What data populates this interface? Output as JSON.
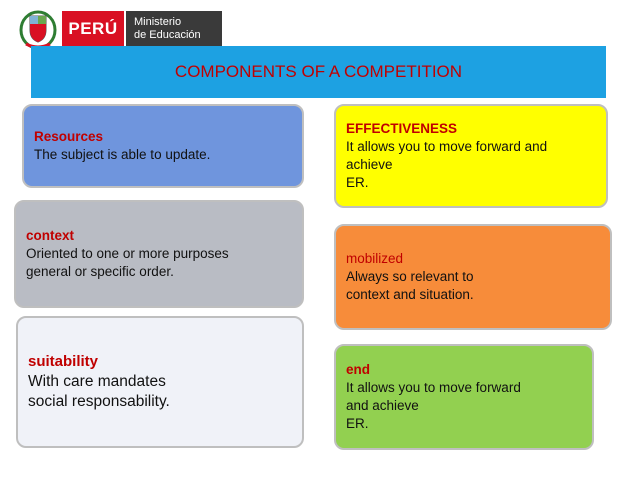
{
  "header": {
    "country": "PERÚ",
    "ministry_line1": "Ministerio",
    "ministry_line2": "de Educación"
  },
  "banner": {
    "title": "COMPONENTS OF A COMPETITION"
  },
  "colors": {
    "banner": "#1da1e2",
    "title_text": "#c00000",
    "resources": "#6f95dd",
    "context": "#b9bcc4",
    "suitability": "#f0f2f8",
    "effectiveness": "#ffff00",
    "mobilized": "#f78c3a",
    "end": "#92d050"
  },
  "left": [
    {
      "heading": "Resources",
      "text": "The subject is able to update."
    },
    {
      "heading": "context",
      "text": "Oriented to one or more purposes\ngeneral or specific order."
    },
    {
      "heading": "suitability",
      "text": "With care mandates\nsocial responsability."
    }
  ],
  "right": [
    {
      "heading": "EFFECTIVENESS",
      "text": "It allows you to move forward and\nachieve\nER."
    },
    {
      "heading": "mobilized",
      "text": "Always so relevant to\ncontext and situation."
    },
    {
      "heading": "end",
      "text": "It allows you to move forward\nand achieve\nER."
    }
  ]
}
